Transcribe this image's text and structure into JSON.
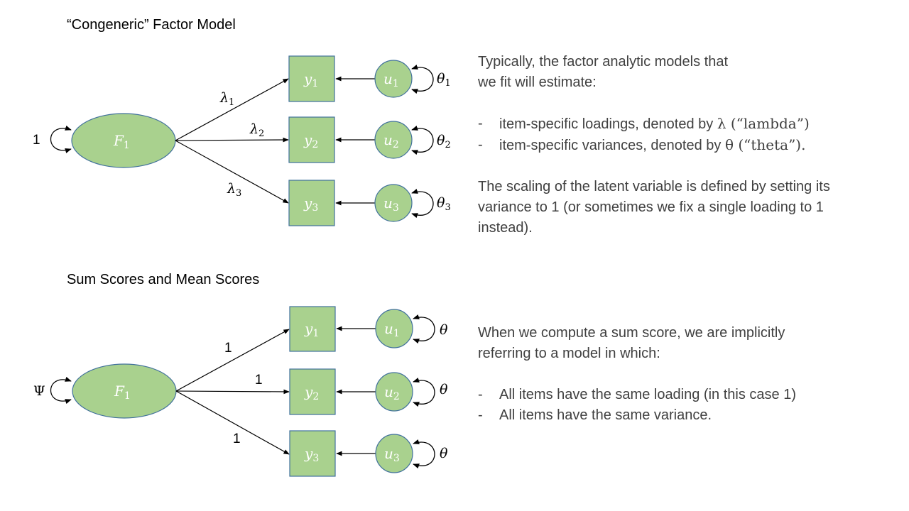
{
  "colors": {
    "node_fill": "#a9d18e",
    "node_stroke": "#41719c",
    "arrow": "#000000",
    "text": "#404040"
  },
  "model1": {
    "title": "“Congeneric” Factor Model",
    "factor": {
      "name": "F",
      "sub": "1",
      "variance_label": "1"
    },
    "loadings": [
      {
        "sym": "λ",
        "sub": "1"
      },
      {
        "sym": "λ",
        "sub": "2"
      },
      {
        "sym": "λ",
        "sub": "3"
      }
    ],
    "items": [
      {
        "name": "y",
        "sub": "1"
      },
      {
        "name": "y",
        "sub": "2"
      },
      {
        "name": "y",
        "sub": "3"
      }
    ],
    "errors": [
      {
        "name": "u",
        "sub": "1",
        "var_sym": "θ",
        "var_sub": "1"
      },
      {
        "name": "u",
        "sub": "2",
        "var_sym": "θ",
        "var_sub": "2"
      },
      {
        "name": "u",
        "sub": "3",
        "var_sym": "θ",
        "var_sub": "3"
      }
    ],
    "text": {
      "intro": "Typically, the factor analytic models that we fit will estimate:",
      "bullets": [
        {
          "dash": "-",
          "text": "item-specific loadings, denoted by ",
          "sym": "λ (“lambda”)"
        },
        {
          "dash": "-",
          "text": "item-specific variances, denoted by ",
          "sym": "θ (“theta”)."
        }
      ],
      "scaling": "The scaling of the latent variable is defined by setting its variance to 1 (or sometimes we fix a single loading to 1 instead)."
    }
  },
  "model2": {
    "title": "Sum Scores and Mean Scores",
    "factor": {
      "name": "F",
      "sub": "1",
      "variance_label": "Ψ"
    },
    "loadings": [
      {
        "sym": "1"
      },
      {
        "sym": "1"
      },
      {
        "sym": "1"
      }
    ],
    "items": [
      {
        "name": "y",
        "sub": "1"
      },
      {
        "name": "y",
        "sub": "2"
      },
      {
        "name": "y",
        "sub": "3"
      }
    ],
    "errors": [
      {
        "name": "u",
        "sub": "1",
        "var_sym": "θ"
      },
      {
        "name": "u",
        "sub": "2",
        "var_sym": "θ"
      },
      {
        "name": "u",
        "sub": "3",
        "var_sym": "θ"
      }
    ],
    "text": {
      "intro": "When we compute a sum score, we are implicitly referring to a model in which:",
      "bullets": [
        {
          "dash": "-",
          "text": "All items have the same loading (in this case 1)"
        },
        {
          "dash": "-",
          "text": "All items have the same variance."
        }
      ]
    }
  }
}
